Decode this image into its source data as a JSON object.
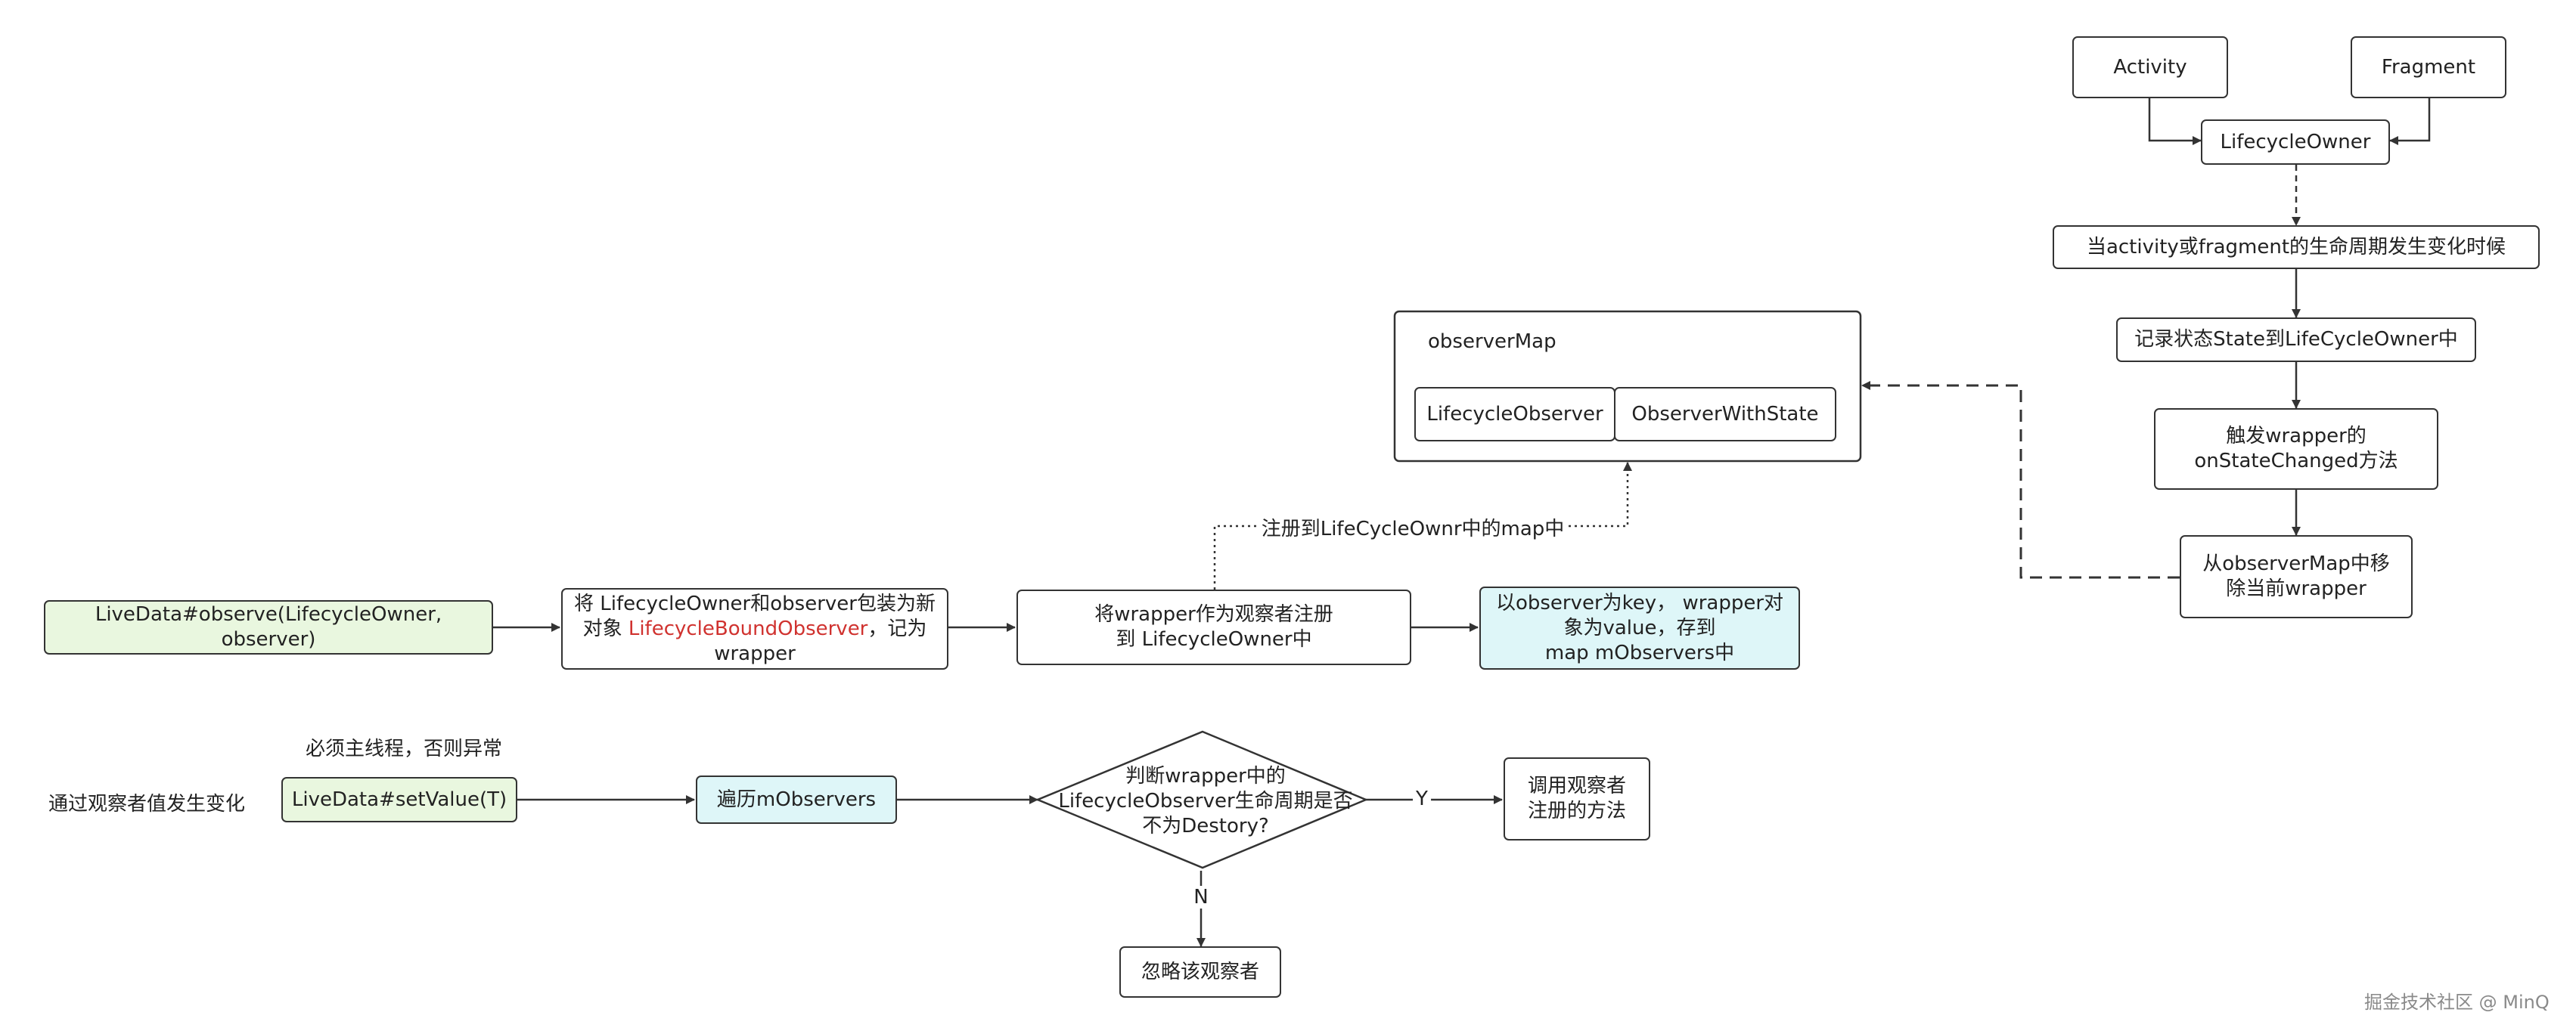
{
  "nodes": {
    "activity": "Activity",
    "fragment": "Fragment",
    "lifecycle_owner": "LifecycleOwner",
    "lifecycle_change": "当activity或fragment的生命周期发生变化时候",
    "record_state": "记录状态State到LifeCycleOwner中",
    "trigger_line1": "触发wrapper的",
    "trigger_line2": "onStateChanged方法",
    "remove_line1": "从observerMap中移",
    "remove_line2": "除当前wrapper",
    "observer_map_title": "observerMap",
    "map_key": "LifecycleObserver",
    "map_value": "ObserverWithState",
    "observe_call": "LiveData#observe(LifecycleOwner, observer)",
    "wrap_line1": "将 LifecycleOwner和observer包装为新",
    "wrap_line2_prefix": "对象 ",
    "wrap_line2_highlight": "LifecycleBoundObserver",
    "wrap_line2_suffix": "，记为",
    "wrap_line3": "wrapper",
    "register_line1": "将wrapper作为观察者注册",
    "register_line2": "到 LifecycleOwner中",
    "store_line1": "以observer为key， wrapper对",
    "store_line2": "象为value，存到",
    "store_line3": "map mObservers中",
    "register_map_label": "注册到LifeCycleOwnr中的map中",
    "main_thread_note": "必须主线程，否则异常",
    "value_change_label": "通过观察者值发生变化",
    "set_value": "LiveData#setValue(T)",
    "iterate": "遍历mObservers",
    "decision_line1": "判断wrapper中的",
    "decision_line2": "LifecycleObserver生命周期是否",
    "decision_line3": "不为Destory?",
    "yes_label": "Y",
    "no_label": "N",
    "call_line1": "调用观察者",
    "call_line2": "注册的方法",
    "ignore": "忽略该观察者"
  },
  "watermark": "掘金技术社区 @ MinQ",
  "colors": {
    "line": "#333333",
    "green_fill": "#e9f7df",
    "cyan_fill": "#def6f8",
    "highlight_text": "#d0322f"
  }
}
